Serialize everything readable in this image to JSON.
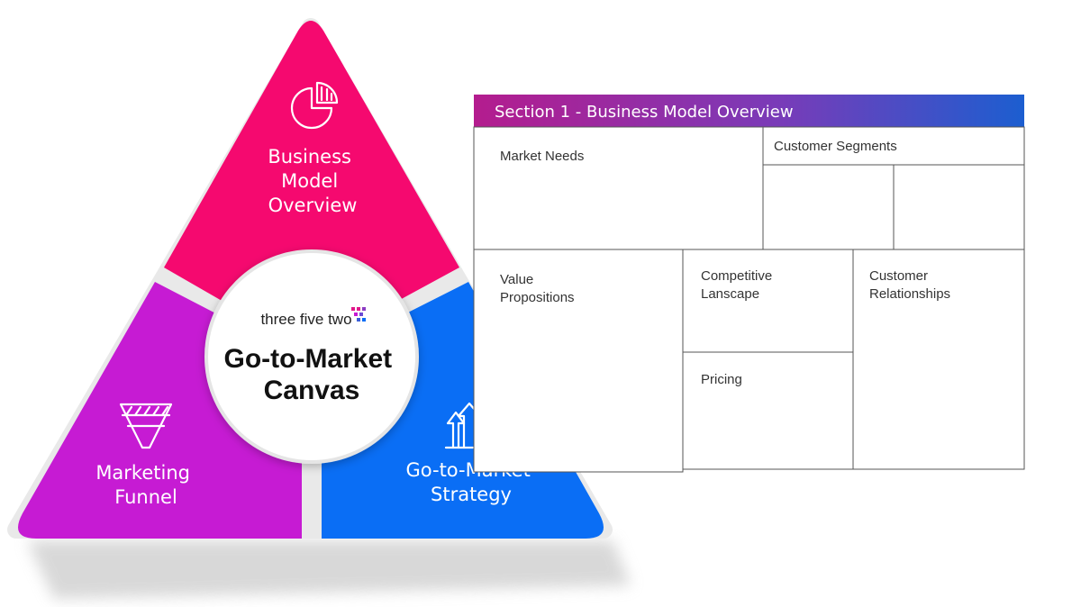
{
  "triangle": {
    "brand": "three five two",
    "title_lines": [
      "Go-to-Market",
      "Canvas"
    ],
    "segments": {
      "top": {
        "lines": [
          "Business",
          "Model",
          "Overview"
        ],
        "color": "#F5096F",
        "icon": "pie-chart-icon"
      },
      "left": {
        "lines": [
          "Marketing",
          "Funnel"
        ],
        "color": "#C61BD3",
        "icon": "funnel-icon"
      },
      "right": {
        "lines": [
          "Go-to-Market",
          "Strategy"
        ],
        "color": "#0A6EF5",
        "icon": "arrows-up-icon"
      }
    }
  },
  "canvas": {
    "header": "Section 1 - Business Model Overview",
    "header_gradient": [
      "#B41C8E",
      "#7A3BB8",
      "#1C5ED0"
    ],
    "cells": {
      "market_needs": "Market Needs",
      "customer_segments": "Customer Segments",
      "value_propositions": [
        "Value",
        "Propositions"
      ],
      "competitive_landscape": [
        "Competitive",
        "Lanscape"
      ],
      "pricing": "Pricing",
      "customer_relationships": [
        "Customer",
        "Relationships"
      ]
    }
  }
}
